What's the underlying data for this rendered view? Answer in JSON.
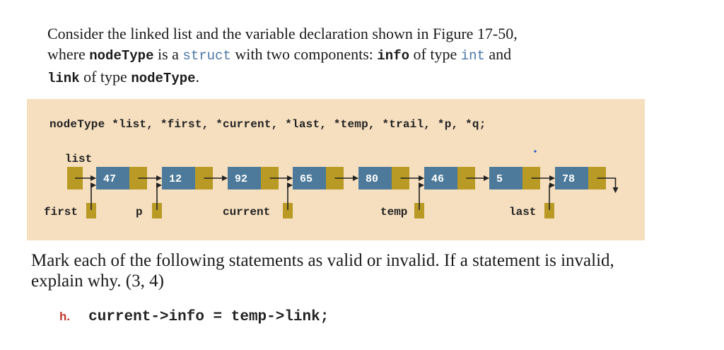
{
  "intro": {
    "t1": "Consider the linked list and the variable declaration shown in Figure 17-50,",
    "t2": "where ",
    "t3": "nodeType",
    "t4": " is a ",
    "t5": "struct",
    "t6": " with two components: ",
    "t7": "info",
    "t8": " of type ",
    "t9": "int",
    "t10": " and",
    "t11": "link",
    "t12": " of type ",
    "t13": "nodeType",
    "t14": "."
  },
  "declaration": "nodeType *list, *first, *current, *last, *temp, *trail, *p, *q;",
  "diagram": {
    "node_values": [
      "47",
      "12",
      "92",
      "65",
      "80",
      "46",
      "5",
      "78"
    ],
    "pointer_labels": {
      "list": "list",
      "first": "first",
      "p": "p",
      "current": "current",
      "temp": "temp",
      "last": "last"
    },
    "colors": {
      "info_cell": "#4d7a9a",
      "link_cell": "#b99a25",
      "background": "#f6dfbf"
    }
  },
  "instructions": "Mark each of the following statements as valid or invalid. If a statement is invalid, explain why. (3, 4)",
  "item": {
    "letter": "h.",
    "code": "current->info = temp->link;"
  }
}
